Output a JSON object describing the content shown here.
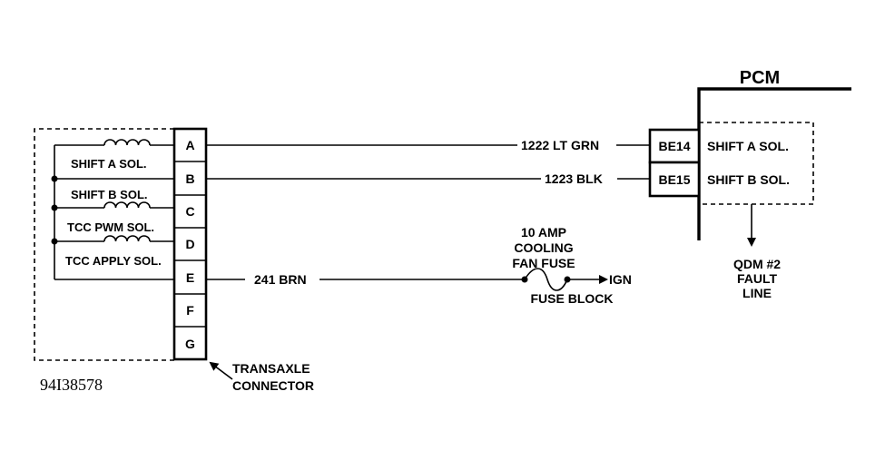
{
  "pcm": {
    "title": "PCM",
    "pins": [
      {
        "id": "BE14",
        "label": "SHIFT A SOL."
      },
      {
        "id": "BE15",
        "label": "SHIFT B SOL."
      }
    ],
    "qdm_label": [
      "QDM #2",
      "FAULT",
      "LINE"
    ]
  },
  "connector": {
    "pins": [
      "A",
      "B",
      "C",
      "D",
      "E",
      "F",
      "G"
    ],
    "label": [
      "TRANSAXLE",
      "CONNECTOR"
    ]
  },
  "solenoids": [
    "SHIFT A SOL.",
    "SHIFT B SOL.",
    "TCC PWM SOL.",
    "TCC APPLY SOL."
  ],
  "wires": [
    {
      "from_pin": "A",
      "circuit": "1222 LT GRN"
    },
    {
      "from_pin": "B",
      "circuit": "1223 BLK"
    },
    {
      "from_pin": "E",
      "circuit": "241 BRN"
    }
  ],
  "fuse": {
    "label": [
      "10 AMP",
      "COOLING",
      "FAN FUSE"
    ],
    "block_label": "FUSE BLOCK",
    "terminal": "IGN"
  },
  "figure_id": "94I38578"
}
